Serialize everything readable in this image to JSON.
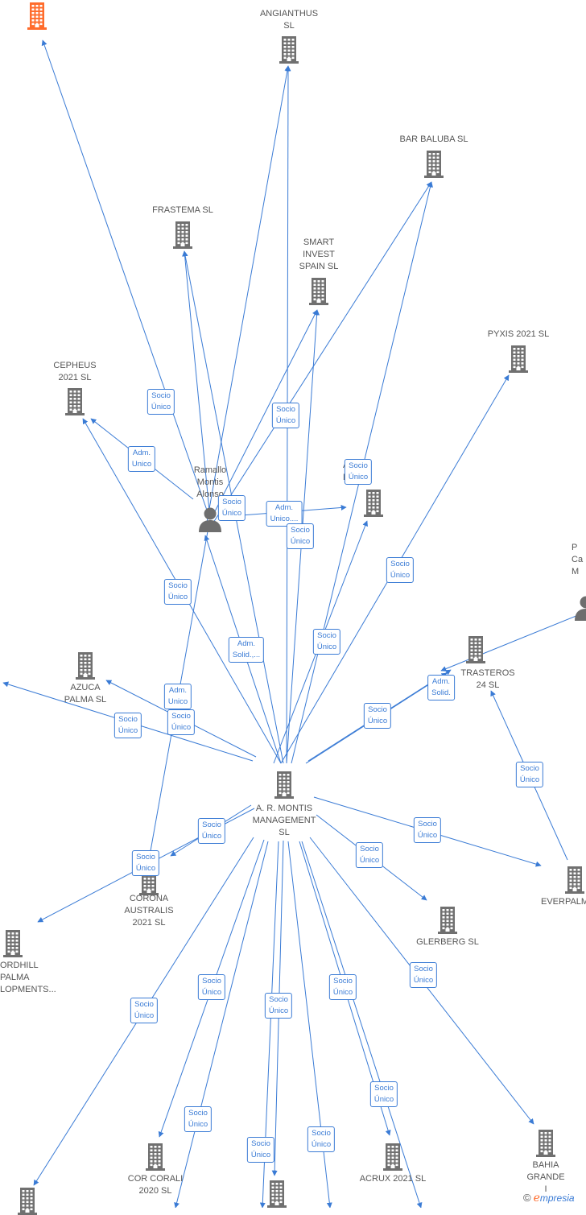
{
  "colors": {
    "edge": "#3a7bd5",
    "building": "#707070",
    "focus": "#ff6c2c",
    "person": "#6e6e6e"
  },
  "nodes": [
    {
      "id": "focus_top",
      "label": "",
      "icon": "building-icon",
      "color": "#ff6c2c"
    },
    {
      "id": "angianthus",
      "label": "ANGIANTHUS\nSL",
      "icon": "building-icon"
    },
    {
      "id": "bar_baluba",
      "label": "BAR BALUBA  SL",
      "icon": "building-icon"
    },
    {
      "id": "frastema",
      "label": "FRASTEMA  SL",
      "icon": "building-icon"
    },
    {
      "id": "smart_invest",
      "label": "SMART\nINVEST\nSPAIN  SL",
      "icon": "building-icon"
    },
    {
      "id": "pyxis",
      "label": "PYXIS 2021  SL",
      "icon": "building-icon"
    },
    {
      "id": "cepheus",
      "label": "CEPHEUS\n2021  SL",
      "icon": "building-icon"
    },
    {
      "id": "ramallo",
      "label": "Ramallo\nMontis\nAlonso",
      "icon": "person-icon"
    },
    {
      "id": "artis",
      "label": "ARTIS\nL",
      "icon": "building-icon"
    },
    {
      "id": "p_right",
      "label": "P\nCa\nM",
      "icon": "person-icon"
    },
    {
      "id": "azuca",
      "label": "AZUCA\nPALMA  SL",
      "icon": "building-icon"
    },
    {
      "id": "trasteros",
      "label": "TRASTEROS\n24  SL",
      "icon": "building-icon"
    },
    {
      "id": "montis",
      "label": "A. R. MONTIS\nMANAGEMENT\nSL",
      "icon": "building-icon"
    },
    {
      "id": "corona",
      "label": "CORONA\nAUSTRALIS\n2021  SL",
      "icon": "building-icon"
    },
    {
      "id": "everpalm",
      "label": "EVERPALM",
      "icon": "building-icon"
    },
    {
      "id": "glerberg",
      "label": "GLERBERG  SL",
      "icon": "building-icon"
    },
    {
      "id": "nordhill",
      "label": "ORDHILL\nPALMA\nLOPMENTS...",
      "icon": "building-icon"
    },
    {
      "id": "cor_corali",
      "label": "COR CORALI\n2020  SL",
      "icon": "building-icon"
    },
    {
      "id": "acrux",
      "label": "ACRUX 2021  SL",
      "icon": "building-icon"
    },
    {
      "id": "bahia",
      "label": "BAHIA\nGRANDE\nI",
      "icon": "building-icon"
    },
    {
      "id": "bottom_mid",
      "label": "",
      "icon": "building-icon"
    },
    {
      "id": "bottom_left",
      "label": "",
      "icon": "building-icon"
    }
  ],
  "badges": [
    {
      "label": "Socio\nÚnico"
    },
    {
      "label": "Adm.\nUnico"
    },
    {
      "label": "Socio\nÚnico"
    },
    {
      "label": "Socio\nÚnico"
    },
    {
      "label": "Adm.\nUnico...."
    },
    {
      "label": "Socio\nÚnico"
    },
    {
      "label": "Socio\nÚnico"
    },
    {
      "label": "Socio\nÚnico"
    },
    {
      "label": "Socio\nÚnico"
    },
    {
      "label": "Adm.\nSolid.,..."
    },
    {
      "label": "Socio\nÚnico"
    },
    {
      "label": "Adm.\nUnico"
    },
    {
      "label": "Socio\nÚnico"
    },
    {
      "label": "Socio\nÚnico"
    },
    {
      "label": "Socio\nÚnico"
    },
    {
      "label": "Adm.\nSolid."
    },
    {
      "label": "Socio\nÚnico"
    },
    {
      "label": "Socio\nÚnico"
    },
    {
      "label": "Socio\nÚnico"
    },
    {
      "label": "Socio\nÚnico"
    },
    {
      "label": "Socio\nÚnico"
    },
    {
      "label": "Socio\nÚnico"
    },
    {
      "label": "Socio\nÚnico"
    },
    {
      "label": "Socio\nÚnico"
    },
    {
      "label": "Socio\nÚnico"
    },
    {
      "label": "Socio\nÚnico"
    },
    {
      "label": "Socio\nÚnico"
    },
    {
      "label": "Socio\nÚnico"
    },
    {
      "label": "Socio\nÚnico"
    },
    {
      "label": "Socio\nÚnico"
    },
    {
      "label": "Socio\nÚnico"
    },
    {
      "label": "Socio\nÚnico"
    }
  ],
  "footer": {
    "copyright": "©",
    "brand_first": "e",
    "brand_rest": "mpresia"
  }
}
